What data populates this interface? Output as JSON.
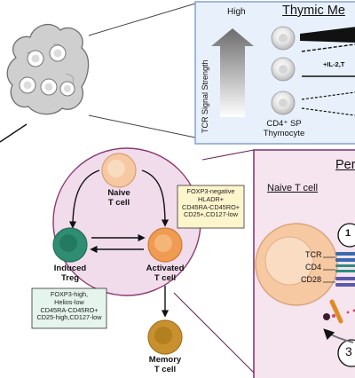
{
  "thymic_panel": {
    "title": "Thymic Me",
    "axis_high": "High",
    "axis_label": "TCR Signal Strength",
    "cell_label_line1": "CD4⁺ SP",
    "cell_label_line2": "Thymocyte",
    "signal_label": "+IL-2,T"
  },
  "cycle": {
    "naive": {
      "line1": "Naive",
      "line2": "T cell"
    },
    "induced": {
      "line1": "Induced",
      "line2": "Treg"
    },
    "activated": {
      "line1": "Activated",
      "line2": "T cell"
    },
    "memory": {
      "line1": "Memory",
      "line2": "T cell"
    },
    "activated_markers": [
      "FOXP3-negative",
      "HLADR+",
      "CD45RA-CD45RO+",
      "CD25+,CD127-low"
    ],
    "treg_markers": [
      "FOXP3-high,",
      "Helios-low",
      "CD45RA-CD45RO+",
      "CD25-high,CD127-low"
    ]
  },
  "peripheral_panel": {
    "title": "Per",
    "subtitle": "Naive T cell",
    "receptors": [
      "TCR",
      "CD4",
      "CD28"
    ],
    "step_1": "1",
    "step_3": "3"
  },
  "colors": {
    "thymic_bg": "#e8f0fb",
    "thymic_border": "#7e9ccc",
    "circle_fill": "#f1dceb",
    "circle_border": "#8c3a72",
    "peripheral_bg": "#f6e4ef",
    "naive_cell": "#f7c9a2",
    "treg_cell": "#2f8d72",
    "activated_cell": "#ef9b52",
    "memory_cell": "#c8902e",
    "activated_box": "#fff5cc",
    "treg_box": "#e5f4ec"
  }
}
